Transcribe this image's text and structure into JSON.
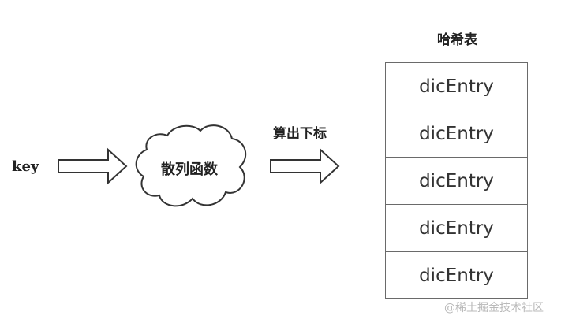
{
  "labels": {
    "key": "key",
    "hash_function": "散列函数",
    "compute_index": "算出下标",
    "table_title": "哈希表"
  },
  "hash_table": {
    "entries": [
      "dicEntry",
      "dicEntry",
      "dicEntry",
      "dicEntry",
      "dicEntry"
    ]
  },
  "watermark": "@稀土掘金技术社区",
  "colors": {
    "stroke": "#333333",
    "table_border": "#6a6a6a",
    "watermark": "#b9b9b9"
  }
}
